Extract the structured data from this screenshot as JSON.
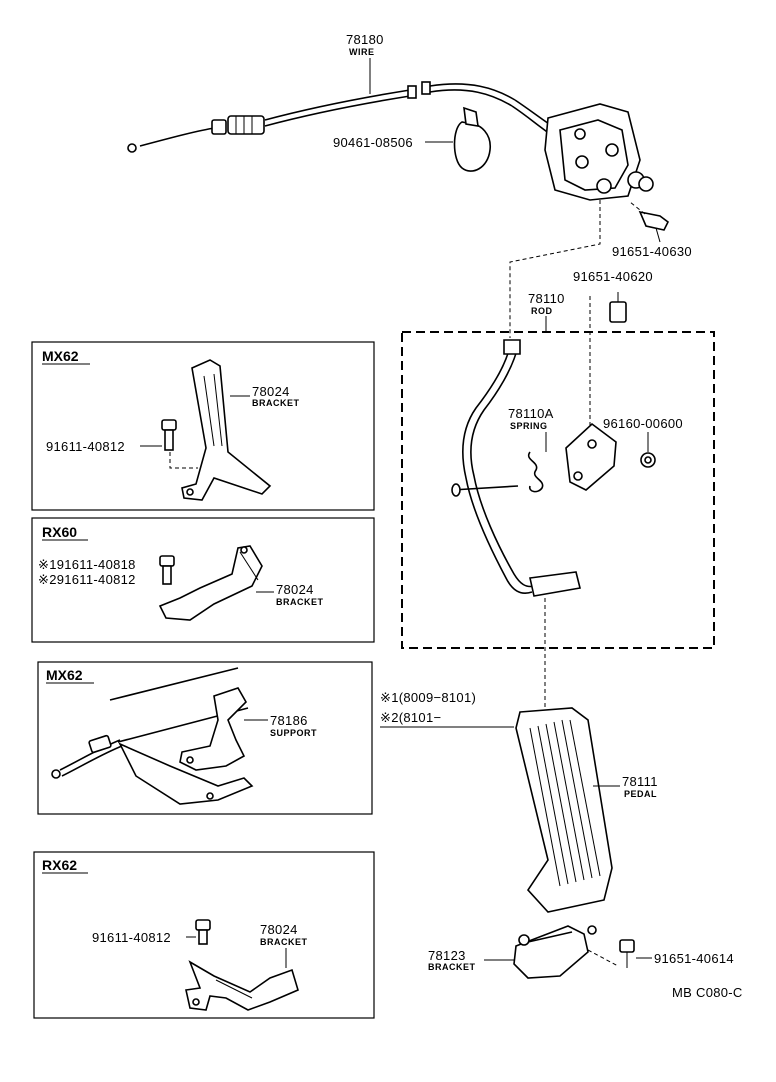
{
  "parts": {
    "wire": {
      "number": "78180",
      "label": "WIRE"
    },
    "clamp": {
      "number": "90461-08506"
    },
    "bolt_top": {
      "number": "91651-40630"
    },
    "bolt_mid": {
      "number": "91651-40620"
    },
    "rod": {
      "number": "78110",
      "label": "ROD"
    },
    "spring": {
      "number": "78110A",
      "label": "SPRING"
    },
    "nut": {
      "number": "96160-00600"
    },
    "pedal": {
      "number": "78111",
      "label": "PEDAL"
    },
    "bracket_bottom": {
      "number": "78123",
      "label": "BRACKET"
    },
    "bolt_bottom": {
      "number": "91651-40614"
    }
  },
  "notes": {
    "note1": "※1(8009−8101)",
    "note2": "※2(8101−"
  },
  "panels": {
    "p1": {
      "model": "MX62",
      "bolt": "91611-40812",
      "part_number": "78024",
      "part_label": "BRACKET"
    },
    "p2": {
      "model": "RX60",
      "bolt1": "※191611-40818",
      "bolt2": "※291611-40812",
      "part_number": "78024",
      "part_label": "BRACKET"
    },
    "p3": {
      "model": "MX62",
      "part_number": "78186",
      "part_label": "SUPPORT"
    },
    "p4": {
      "model": "RX62",
      "bolt": "91611-40812",
      "part_number": "78024",
      "part_label": "BRACKET"
    }
  },
  "footer_code": "MB C080-C"
}
